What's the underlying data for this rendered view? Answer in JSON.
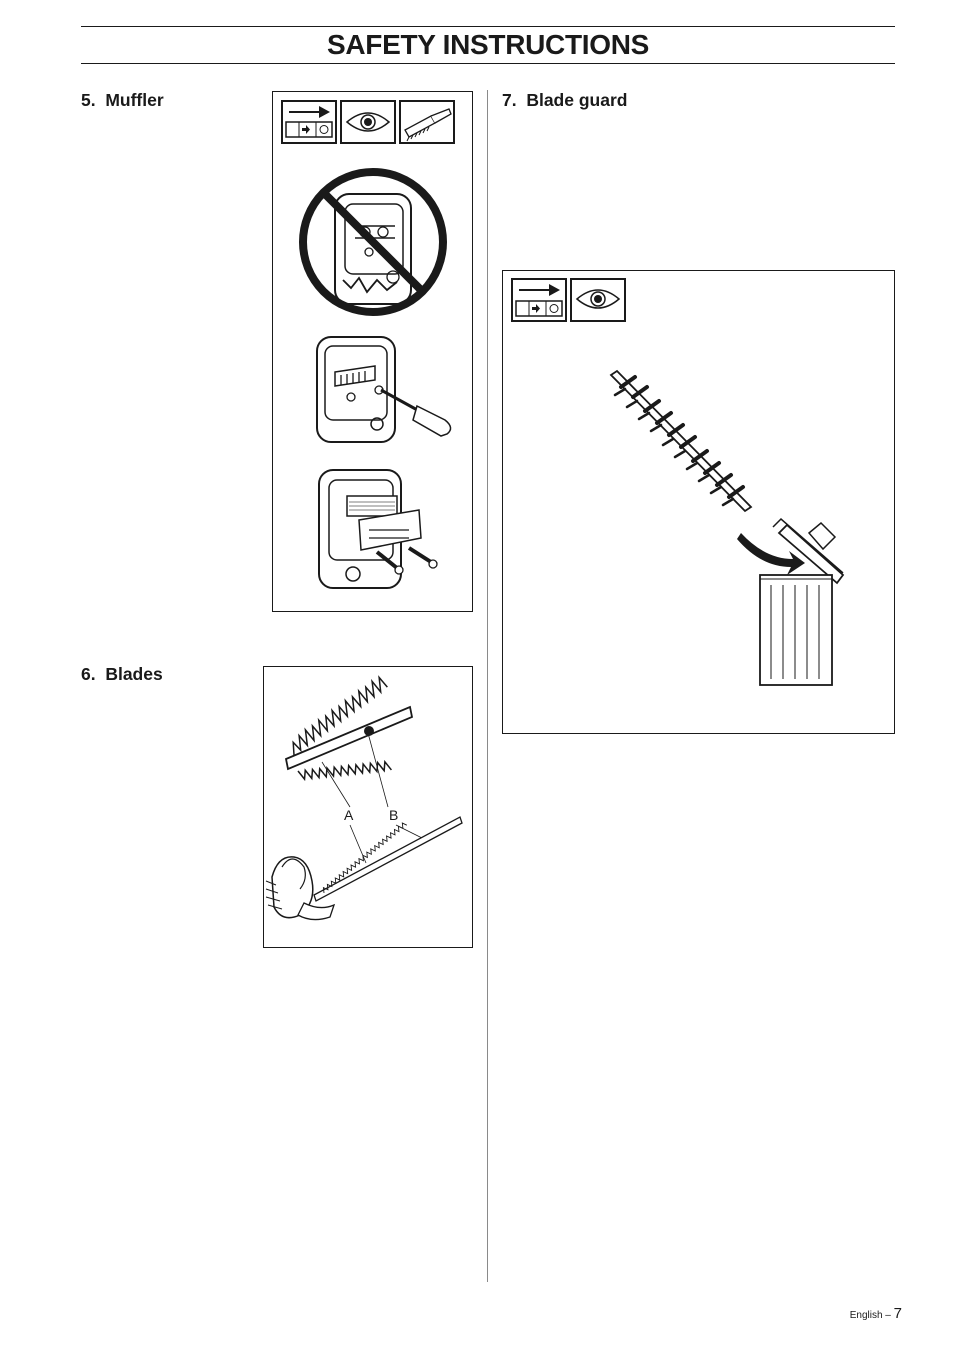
{
  "page": {
    "title": "SAFETY INSTRUCTIONS"
  },
  "sections": [
    {
      "number": "5.",
      "heading": "Muffler",
      "label": "5.  Muffler"
    },
    {
      "number": "6.",
      "heading": "Blades",
      "label": "6.  Blades",
      "figure_labels": [
        "A",
        "B"
      ]
    },
    {
      "number": "7.",
      "heading": "Blade guard",
      "label": "7.  Blade guard"
    }
  ],
  "icons": {
    "muffler_panel": [
      "arrow-check-icon",
      "eye-icon",
      "brush-icon"
    ],
    "blade_guard_panel": [
      "arrow-check-icon",
      "eye-icon"
    ]
  },
  "footer": {
    "language": "English –",
    "page_number": "7"
  },
  "colors": {
    "ink": "#1a1a1a",
    "divider": "#8a8a8a"
  }
}
